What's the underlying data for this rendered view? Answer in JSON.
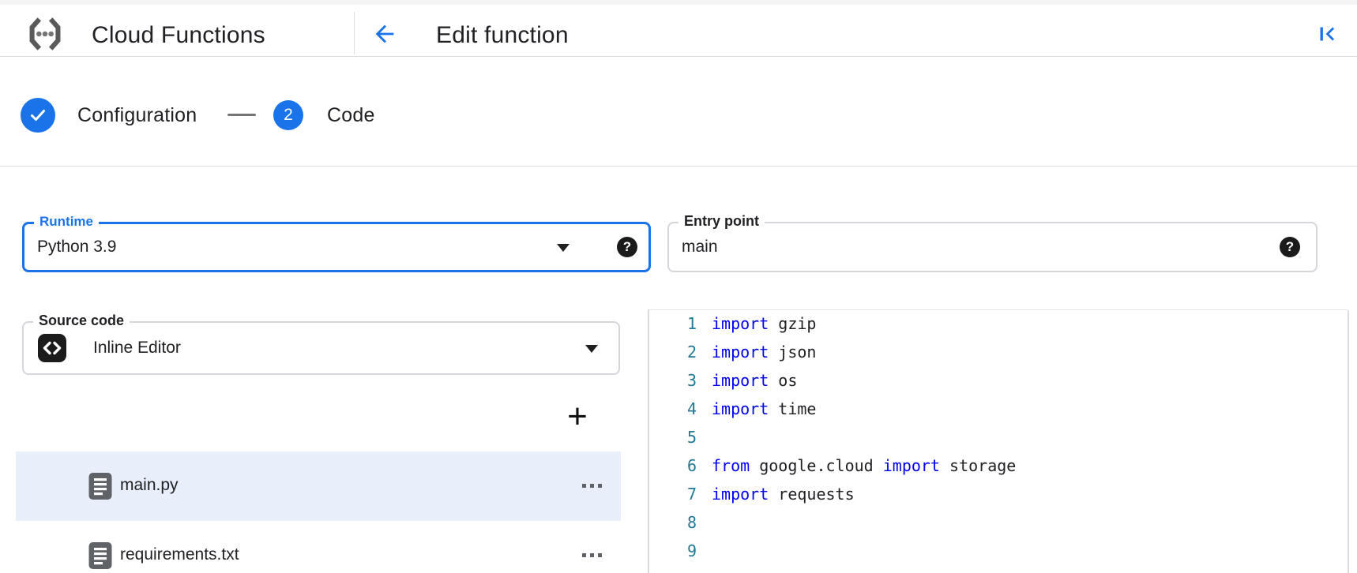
{
  "header": {
    "product_name": "Cloud Functions",
    "page_title": "Edit function"
  },
  "stepper": {
    "step1_label": "Configuration",
    "step1_state": "complete",
    "step2_number": "2",
    "step2_label": "Code",
    "step2_state": "current",
    "separator": "—"
  },
  "fields": {
    "runtime": {
      "label": "Runtime",
      "value": "Python 3.9",
      "focused": true
    },
    "entry_point": {
      "label": "Entry point",
      "value": "main"
    },
    "source_code": {
      "label": "Source code",
      "value": "Inline Editor"
    }
  },
  "file_explorer": {
    "add_button": "+",
    "menu_dots": "⋯",
    "files": [
      {
        "name": "main.py",
        "selected": true
      },
      {
        "name": "requirements.txt",
        "selected": false
      }
    ]
  },
  "code_editor": {
    "lines": [
      {
        "n": "1",
        "tokens": [
          [
            "import",
            "kw"
          ],
          [
            " gzip",
            "pl"
          ]
        ]
      },
      {
        "n": "2",
        "tokens": [
          [
            "import",
            "kw"
          ],
          [
            " json",
            "pl"
          ]
        ]
      },
      {
        "n": "3",
        "tokens": [
          [
            "import",
            "kw"
          ],
          [
            " os",
            "pl"
          ]
        ]
      },
      {
        "n": "4",
        "tokens": [
          [
            "import",
            "kw"
          ],
          [
            " time",
            "pl"
          ]
        ]
      },
      {
        "n": "5",
        "tokens": []
      },
      {
        "n": "6",
        "tokens": [
          [
            "from",
            "kw"
          ],
          [
            " google.cloud ",
            "pl"
          ],
          [
            "import",
            "kw"
          ],
          [
            " storage",
            "pl"
          ]
        ]
      },
      {
        "n": "7",
        "tokens": [
          [
            "import",
            "kw"
          ],
          [
            " requests",
            "pl"
          ]
        ]
      },
      {
        "n": "8",
        "tokens": []
      },
      {
        "n": "9",
        "tokens": []
      }
    ]
  },
  "icons": {
    "help": "?",
    "logo": "cloud-functions-logo",
    "back": "arrow-back",
    "collapse": "collapse-panel",
    "dropdown": "caret-down",
    "source": "code-brackets",
    "file": "document"
  },
  "colors": {
    "accent_blue": "#1a73e8",
    "keyword_blue": "#0000ee",
    "line_number_teal": "#237893",
    "selected_row_bg": "#e8eefa",
    "icon_gray": "#5f6368",
    "border_gray": "#dadce0",
    "text_dark": "#202124"
  }
}
